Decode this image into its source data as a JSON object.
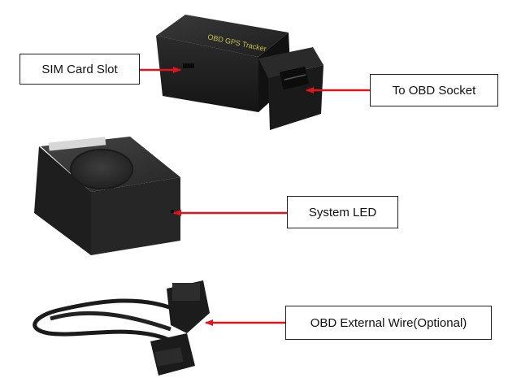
{
  "callouts": {
    "sim_card_slot": "SIM Card Slot",
    "obd_socket": "To OBD Socket",
    "system_led": "System LED",
    "external_wire": "OBD External Wire(Optional)"
  },
  "device_print": "OBD GPS Tracker",
  "colors": {
    "arrow": "#e0141a",
    "device_body": "#2a2a2a",
    "label_border": "#222222"
  }
}
